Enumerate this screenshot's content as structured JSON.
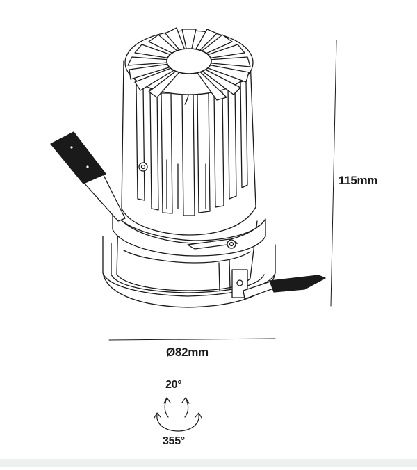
{
  "dimensions": {
    "height_label": "115mm",
    "diameter_label": "Ø82mm",
    "tilt_label": "20°",
    "rotation_label": "355°"
  },
  "colors": {
    "line": "#1a1a1a",
    "fill": "#ffffff",
    "clip": "#1a1a1a"
  },
  "icons": {
    "tilt": "tilt-arrows-icon",
    "rotation": "rotation-arc-icon"
  }
}
